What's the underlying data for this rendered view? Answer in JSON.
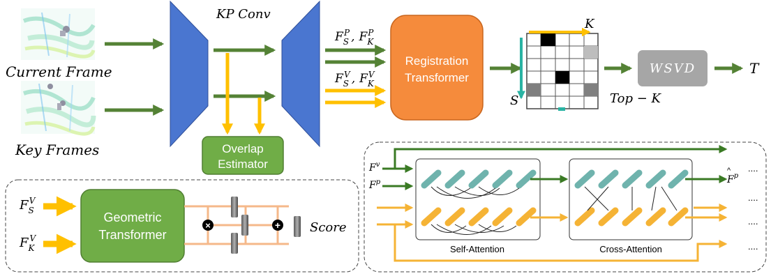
{
  "labels": {
    "current_frame": "Current Frame",
    "key_frames": "Key Frames",
    "kp_conv": "KP Conv",
    "overlap_estimator_line1": "Overlap",
    "overlap_estimator_line2": "Estimator",
    "registration_line1": "Registration",
    "registration_line2": "Transformer",
    "wsvd": "WSVD",
    "output_t": "T",
    "k_axis": "K",
    "s_axis": "S",
    "top_k": "Top − K",
    "geometric_line1": "Geometric",
    "geometric_line2": "Transformer",
    "score": "Score",
    "self_attention": "Self-Attention",
    "cross_attention": "Cross-Attention",
    "ellipsis": "....",
    "op_times": "×",
    "op_plus": "+"
  },
  "feature_labels": {
    "point_main": "F",
    "point_s_sub": "S",
    "point_k_sub": "K",
    "point_sup": "P",
    "voxel_main": "F",
    "voxel_s_sub": "S",
    "voxel_k_sub": "K",
    "voxel_sup": "V",
    "geo_s_main": "F",
    "geo_s_sub": "S",
    "geo_s_sup": "V",
    "geo_k_main": "F",
    "geo_k_sub": "K",
    "geo_k_sup": "V",
    "fv": "F",
    "fv_sup": "v",
    "fp": "F",
    "fp_sup": "p",
    "fp_hat": "F",
    "fp_hat_sup": "p",
    "comma": ","
  },
  "colors": {
    "encoder_blue": "#4a76d0",
    "arrow_green": "#548235",
    "arrow_yellow": "#ffc000",
    "box_green": "#70ad47",
    "box_orange": "#f58b3c",
    "box_gray": "#a6a6a6",
    "teal": "#6fb3ad",
    "accent_teal": "#2ab3a3"
  }
}
